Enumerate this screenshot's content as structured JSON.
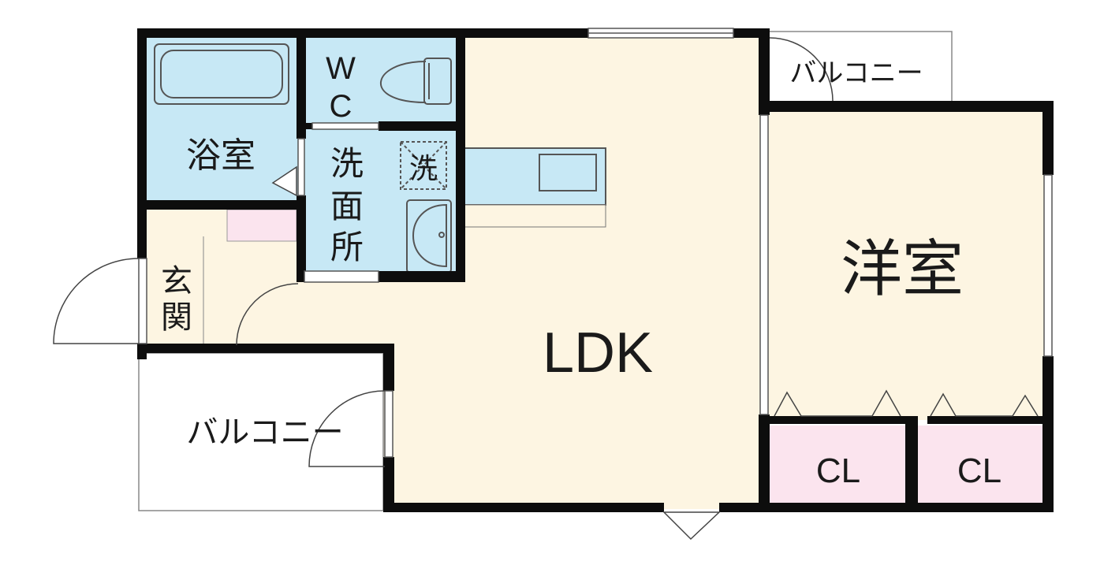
{
  "floorplan": {
    "rooms": {
      "ldk": "LDK",
      "western": "洋室",
      "bath": "浴室",
      "wc_line1": "W",
      "wc_line2": "C",
      "washroom_1": "洗",
      "washroom_2": "面",
      "washroom_3": "所",
      "washer": "洗",
      "entrance_1": "玄",
      "entrance_2": "関",
      "balcony_top": "バルコニー",
      "balcony_bottom": "バルコニー",
      "closet_left": "CL",
      "closet_right": "CL"
    },
    "colors": {
      "wall": "#0d0d0d",
      "ldk_floor": "#fdf5e2",
      "wet_area": "#c7e8f5",
      "closet": "#fbe4ee",
      "counter": "#c7e8f5",
      "pink_box": "#fbe4ee"
    }
  }
}
